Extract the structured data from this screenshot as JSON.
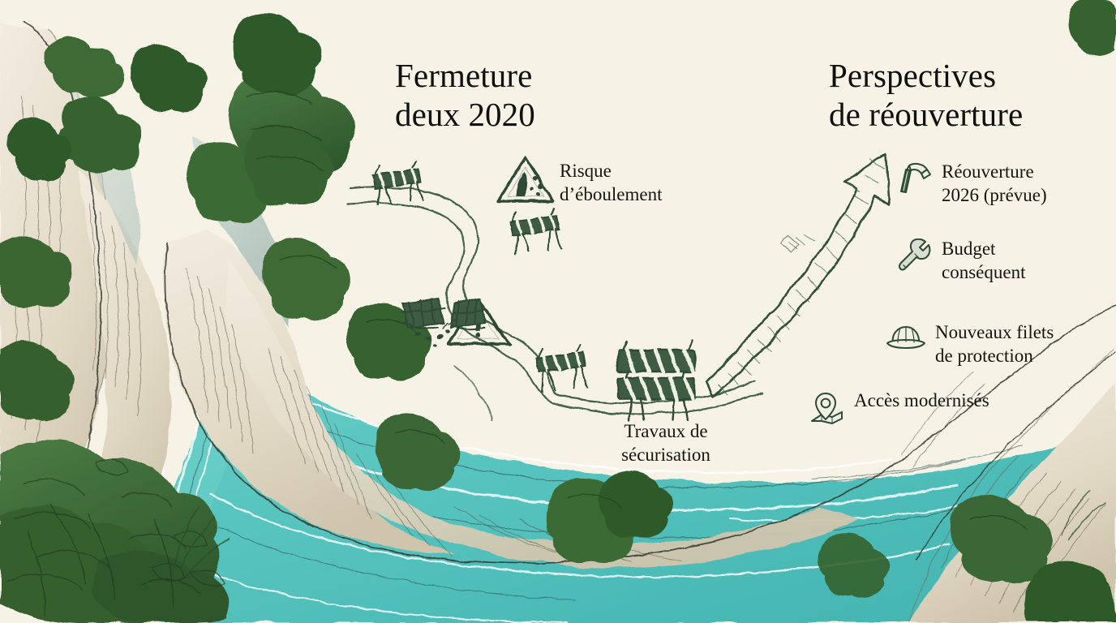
{
  "scene": {
    "type": "hand-drawn-illustration",
    "subject": "gorge-canyon-with-turquoise-river",
    "background_color": "#f6f3e6",
    "ink_color": "#2d4a35",
    "text_color": "#16160f",
    "water_color": "#6fcfc9",
    "water_color_deep": "#49b9b4",
    "foliage_dark": "#3a6434",
    "foliage_mid": "#4e7a43",
    "rock_light": "#efe9da",
    "rock_shadow": "#cfc7b2",
    "rock_cool": "#bdcec7"
  },
  "headings": {
    "left": "Fermeture\ndeux 2020",
    "right": "Perspectives\nde réouverture"
  },
  "center_labels": {
    "risk": "Risque\nd’éboulement",
    "works": "Travaux de\nsécurisation"
  },
  "center_icons": [
    {
      "name": "rockfall-warning-triangle-icon",
      "label": "Risque d’éboulement"
    },
    {
      "name": "exclamation-warning-triangle-icon",
      "label": "Danger"
    },
    {
      "name": "broken-guardrail-icon",
      "label": "Glissière brisée"
    },
    {
      "name": "road-barricade-icon-small-top",
      "label": "Barrière"
    },
    {
      "name": "road-barricade-icon-middle",
      "label": "Barrière"
    },
    {
      "name": "road-barricade-icon-small-bottom",
      "label": "Barrière"
    },
    {
      "name": "road-barricade-icon-large",
      "label": "Barrière principale"
    },
    {
      "name": "winding-road-path",
      "label": "Route sinueuse fermée"
    },
    {
      "name": "upward-growth-arrow-icon",
      "label": "Reprise"
    }
  ],
  "perspectives": [
    {
      "icon": "hammer-icon",
      "text": "Réouverture\n2026 (prévue)"
    },
    {
      "icon": "wrench-icon",
      "text": "Budget\nconséquent"
    },
    {
      "icon": "hard-hat-icon",
      "text": "Nouveaux filets\nde protection"
    },
    {
      "icon": "map-pin-icon",
      "text": "Accès modernisés"
    }
  ]
}
